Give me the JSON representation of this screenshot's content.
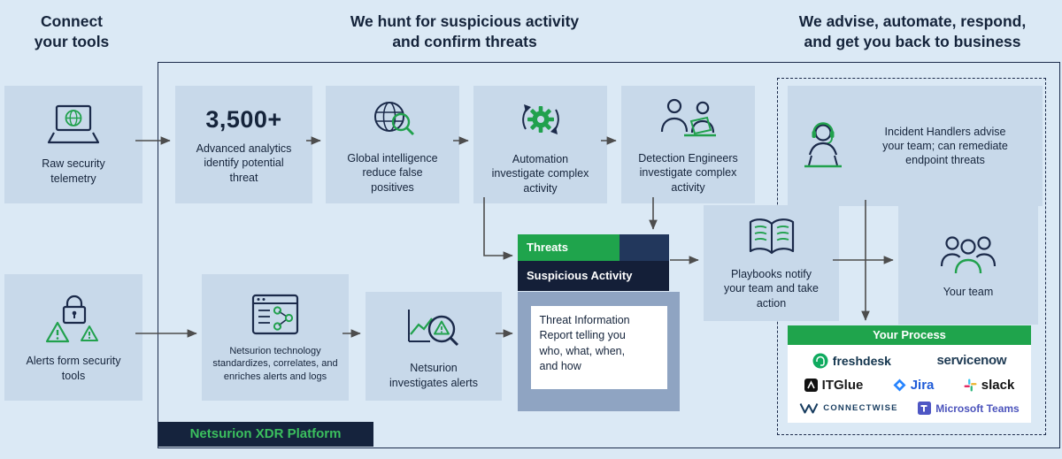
{
  "headers": {
    "left": "Connect\nyour tools",
    "center": "We hunt for suspicious activity\nand confirm threats",
    "right": "We advise, automate, respond,\nand get you back to business"
  },
  "sources": {
    "raw_telemetry": "Raw security\ntelemetry",
    "alerts": "Alerts form security\ntools"
  },
  "hunt_row": {
    "analytics_stat": "3,500+",
    "analytics": "Advanced analytics\nidentify potential\nthreat",
    "global_intelligence": "Global intelligence\nreduce false\npositives",
    "automation": "Automation\ninvestigate complex\nactivity",
    "detection_engineers": "Detection Engineers\ninvestigate complex\nactivity"
  },
  "process_row": {
    "standardize": "Netsurion technology\nstandardizes, correlates, and\nenriches alerts and logs",
    "investigate": "Netsurion\ninvestigates alerts"
  },
  "threat_panel": {
    "tab_threats": "Threats",
    "tab_suspicious": "Suspicious Activity",
    "report": "Threat Information\nReport telling you\nwho, what, when,\nand how"
  },
  "respond": {
    "playbooks": "Playbooks notify\nyour team and take\naction",
    "incident_handlers": "Incident Handlers advise\nyour team; can remediate\nendpoint threats",
    "your_team": "Your team",
    "your_process_title": "Your Process",
    "logos": {
      "freshdesk": "freshdesk",
      "servicenow": "servicenow",
      "itglue": "ITGlue",
      "jira": "Jira",
      "slack": "slack",
      "connectwise": "CONNECTWISE",
      "msteams": "Microsoft Teams"
    }
  },
  "platform_label": "Netsurion XDR Platform",
  "colors": {
    "background": "#dbe9f5",
    "box": "#c8d9ea",
    "navy": "#15233d",
    "green": "#1fa44c",
    "arrow": "#4d4d4d",
    "report_panel": "#8fa4c2"
  }
}
